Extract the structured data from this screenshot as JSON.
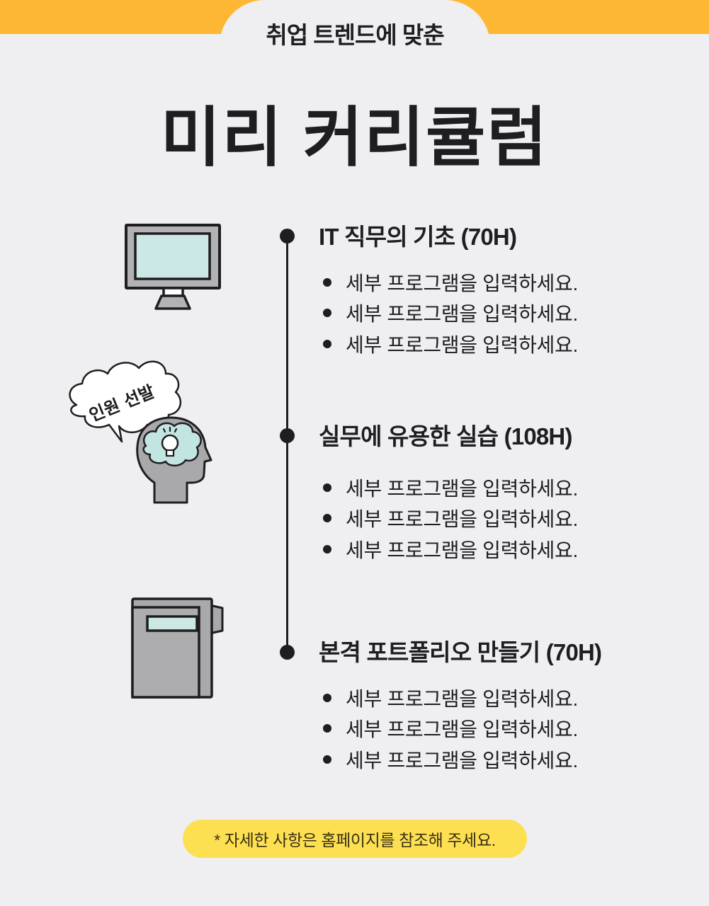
{
  "header": {
    "subtitle": "취업 트렌드에 맞춘",
    "title": "미리 커리큘럼",
    "band_color": "#fdb733",
    "background_color": "#efeef0"
  },
  "timeline": {
    "sections": [
      {
        "title": "IT 직무의 기초 (70H)",
        "icon": "monitor-icon",
        "items": [
          "세부 프로그램을 입력하세요.",
          "세부 프로그램을 입력하세요.",
          "세부 프로그램을 입력하세요."
        ]
      },
      {
        "title": "실무에 유용한 실습 (108H)",
        "icon": "head-lightbulb-icon",
        "speech_bubble": "인원 선발",
        "items": [
          "세부 프로그램을 입력하세요.",
          "세부 프로그램을 입력하세요.",
          "세부 프로그램을 입력하세요."
        ]
      },
      {
        "title": "본격 포트폴리오 만들기 (70H)",
        "icon": "binder-icon",
        "items": [
          "세부 프로그램을 입력하세요.",
          "세부 프로그램을 입력하세요.",
          "세부 프로그램을 입력하세요."
        ]
      }
    ]
  },
  "footer": {
    "note": "* 자세한 사항은 홈페이지를 참조해 주세요.",
    "pill_color": "#fde052"
  }
}
